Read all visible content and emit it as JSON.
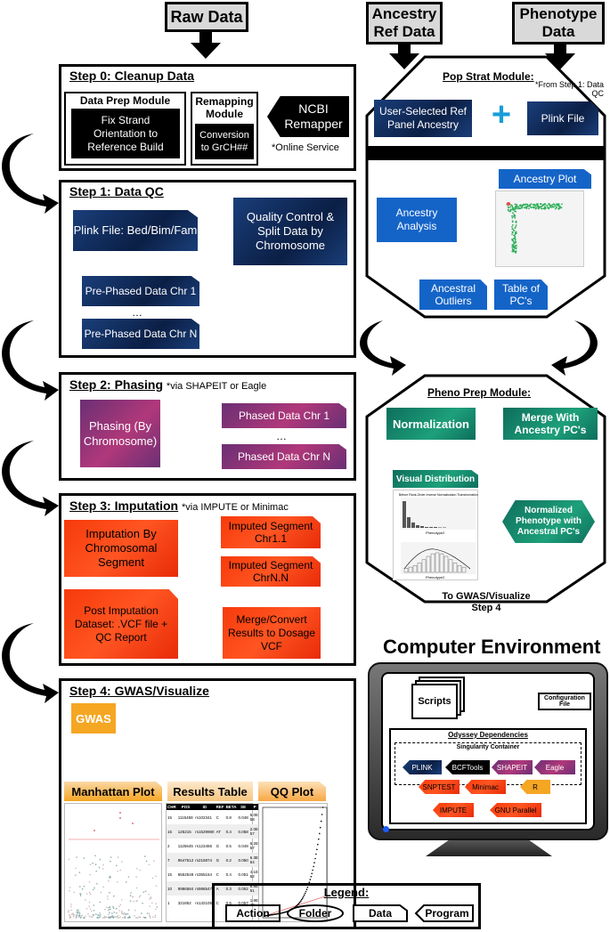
{
  "inputs": {
    "raw_data": "Raw Data",
    "ancestry_ref_data": "Ancestry Ref Data",
    "phenotype_data": "Phenotype Data"
  },
  "step0": {
    "title": "Step 0: Cleanup Data",
    "data_prep_title": "Data Prep Module",
    "data_prep_body": "Fix Strand Orientation to Reference Build",
    "remap_title": "Remapping Module",
    "remap_body": "Conversion to GrCH##",
    "ncbi": "NCBI Remapper",
    "online": "*Online Service"
  },
  "step1": {
    "title": "Step 1: Data QC",
    "plink": "Plink File: Bed/Bim/Fam",
    "qc": "Quality Control & Split Data by Chromosome",
    "chr1": "Pre-Phased Data Chr 1",
    "dots": "…",
    "chrN": "Pre-Phased Data Chr N"
  },
  "step2": {
    "title": "Step 2: Phasing",
    "note": "*via SHAPEIT or Eagle",
    "phasing": "Phasing (By Chromosome)",
    "chr1": "Phased Data Chr 1",
    "dots": "…",
    "chrN": "Phased Data Chr N"
  },
  "step3": {
    "title": "Step 3: Imputation",
    "note": "*via IMPUTE or Minimac",
    "imputation": "Imputation By Chromosomal Segment",
    "seg1": "Imputed Segment Chr1.1",
    "dots": "…",
    "segN": "Imputed Segment ChrN.N",
    "merge": "Merge/Convert Results to Dosage VCF",
    "post": "Post Imputation Dataset: .VCF file + QC Report"
  },
  "step4": {
    "title": "Step 4: GWAS/Visualize",
    "gwas": "GWAS",
    "manhattan": "Manhattan  Plot",
    "results": "Results Table",
    "qq": "QQ Plot",
    "table_headers": [
      "CHR",
      "POS",
      "ID",
      "REF",
      "BETA",
      "SE",
      "P"
    ],
    "table_rows": [
      [
        "15",
        "1115458",
        "rs102341",
        "C",
        "0.8",
        "0.048",
        "5.0E-58"
      ],
      [
        "15",
        "125215",
        "rs1529980",
        "AT",
        "0.4",
        "0.058",
        "2.0E-57"
      ],
      [
        "2",
        "1125645",
        "rs123456",
        "G",
        "0.5",
        "0.049",
        "6.2E-57"
      ],
      [
        "7",
        "9547512",
        "rs215874",
        "G",
        "0.2",
        "0.050",
        "6.3E-54"
      ],
      [
        "15",
        "6552548",
        "rs355154",
        "C",
        "0.4",
        "0.051",
        "4.1E-52"
      ],
      [
        "10",
        "9986584",
        "rs9865475",
        "A",
        "0.3",
        "0.052",
        "6.8E-51"
      ],
      [
        "1",
        "321852",
        "rs1321052",
        "C",
        "0.6",
        "0.057",
        "1.9E-48"
      ]
    ]
  },
  "popstrat": {
    "title": "Pop Strat Module:",
    "from": "*From Step 1: Data QC",
    "user_ref": "User-Selected Ref Panel Ancestry",
    "plink_file": "Plink File",
    "ancestry_plot": "Ancestry Plot",
    "ancestry_analysis": "Ancestry Analysis",
    "outliers": "Ancestral Outliers",
    "pcs": "Table of PC's"
  },
  "phenoprep": {
    "title": "Pheno Prep Module:",
    "normalization": "Normalization",
    "merge": "Merge With Ancestry PC's",
    "visual": "Visual Distribution",
    "normalized": "Normalized Phenotype with Ancestral PC's",
    "to_gwas": "To GWAS/Visualize Step 4",
    "plot1_title": "Before Rank-Order Inverse Normalization Transformation",
    "plot1_x": "Phenotype2",
    "plot2_x": "Phenotype2"
  },
  "computer": {
    "title": "Computer Environment",
    "scripts": "Scripts",
    "config": "Configuration File",
    "deps": "Odyssey Dependencies",
    "container": "Singularity Container",
    "tools": [
      "PLINK",
      "BCFTools",
      "SHAPEIT",
      "Eagle",
      "SNPTEST",
      "Minimac",
      "R",
      "IMPUTE",
      "GNU Parallel"
    ]
  },
  "legend": {
    "title": "Legend:",
    "action": "Action",
    "folder": "Folder",
    "data": "Data",
    "program": "Program"
  },
  "colors": {
    "navy": "#0b1f45",
    "purple": "#9a3278",
    "red": "#ff3c0f",
    "teal": "#178a6c",
    "blue": "#1464c8",
    "orange": "#f5a623",
    "gray": "#d9d9d9"
  }
}
